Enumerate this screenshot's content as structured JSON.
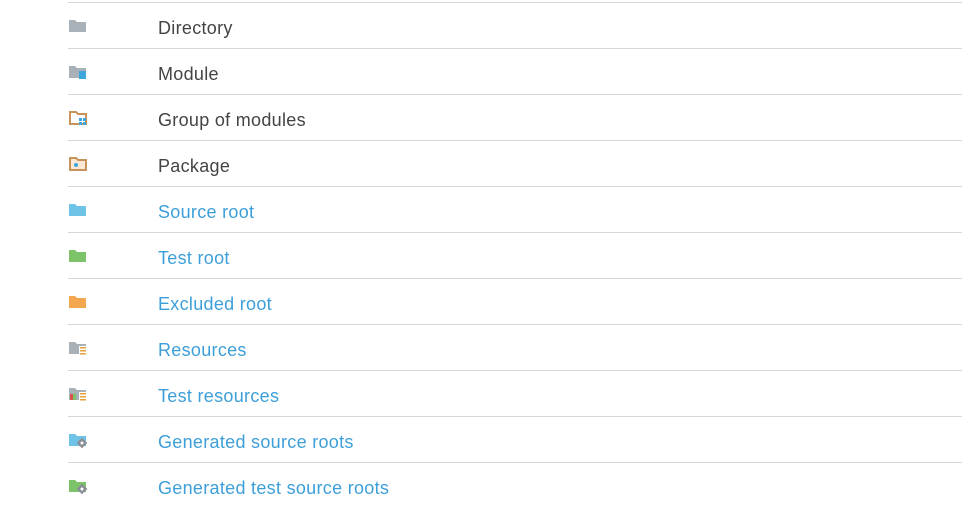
{
  "rows": [
    {
      "label": "Directory",
      "icon": "folder-directory-icon",
      "link": false
    },
    {
      "label": "Module",
      "icon": "folder-module-icon",
      "link": false
    },
    {
      "label": "Group of modules",
      "icon": "folder-group-of-modules-icon",
      "link": false
    },
    {
      "label": "Package",
      "icon": "folder-package-icon",
      "link": false
    },
    {
      "label": "Source root",
      "icon": "folder-source-root-icon",
      "link": true
    },
    {
      "label": "Test root",
      "icon": "folder-test-root-icon",
      "link": true
    },
    {
      "label": "Excluded root",
      "icon": "folder-excluded-root-icon",
      "link": true
    },
    {
      "label": "Resources",
      "icon": "folder-resources-icon",
      "link": true
    },
    {
      "label": "Test resources",
      "icon": "folder-test-resources-icon",
      "link": true
    },
    {
      "label": "Generated source roots",
      "icon": "folder-generated-source-roots-icon",
      "link": true
    },
    {
      "label": "Generated test source roots",
      "icon": "folder-generated-test-source-roots-icon",
      "link": true
    }
  ],
  "colors": {
    "text_plain": "#444444",
    "text_link": "#3d9fd9",
    "divider": "#d6d6d6",
    "folder_gray": "#a9b1b8",
    "folder_blue": "#6fc3e6",
    "folder_green": "#7cc36a",
    "folder_orange": "#f3a84f",
    "folder_brown": "#c8935a"
  }
}
